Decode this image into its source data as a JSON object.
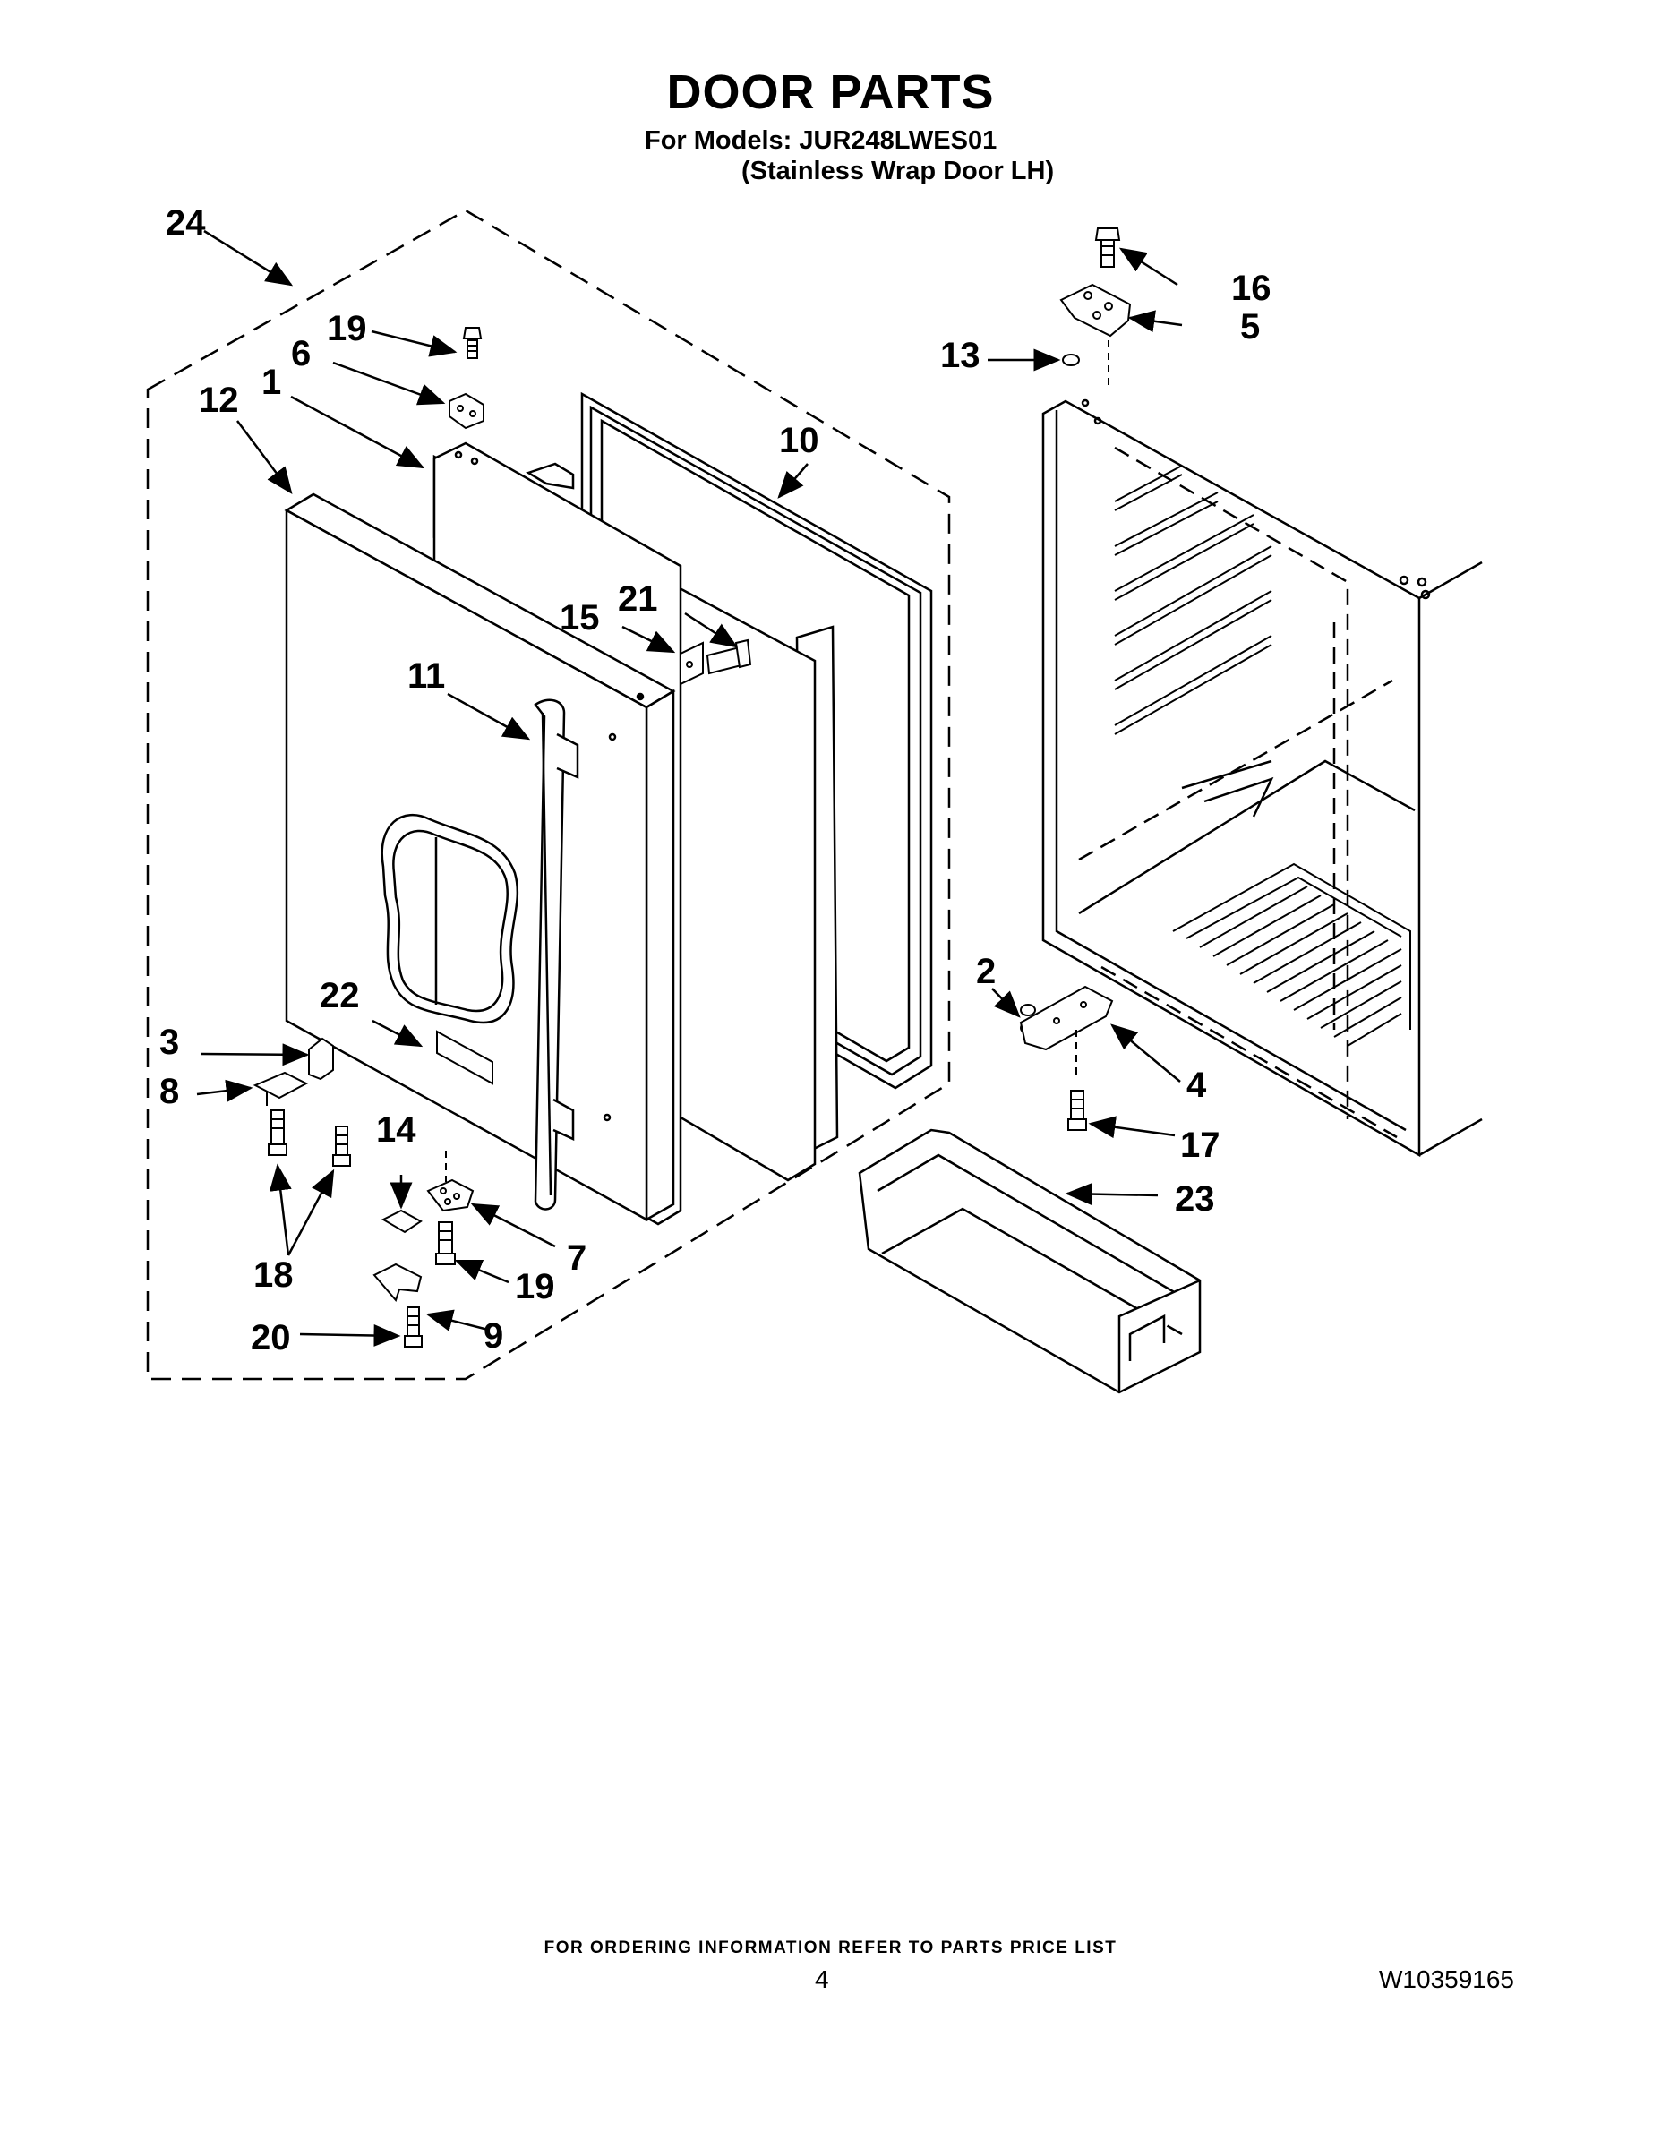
{
  "header": {
    "title": "DOOR PARTS",
    "models_line": "For Models:  JUR248LWES01",
    "variant_line": "(Stainless Wrap Door LH)"
  },
  "callouts": {
    "c1": "1",
    "c2": "2",
    "c3": "3",
    "c4": "4",
    "c5": "5",
    "c6": "6",
    "c7": "7",
    "c8": "8",
    "c9": "9",
    "c10": "10",
    "c11": "11",
    "c12": "12",
    "c13": "13",
    "c14": "14",
    "c15": "15",
    "c16": "16",
    "c17": "17",
    "c18": "18",
    "c19a": "19",
    "c19b": "19",
    "c20": "20",
    "c21": "21",
    "c22": "22",
    "c23": "23",
    "c24": "24"
  },
  "footer": {
    "ordering_note": "FOR ORDERING INFORMATION REFER TO PARTS PRICE LIST",
    "page_number": "4",
    "document_number": "W10359165"
  }
}
